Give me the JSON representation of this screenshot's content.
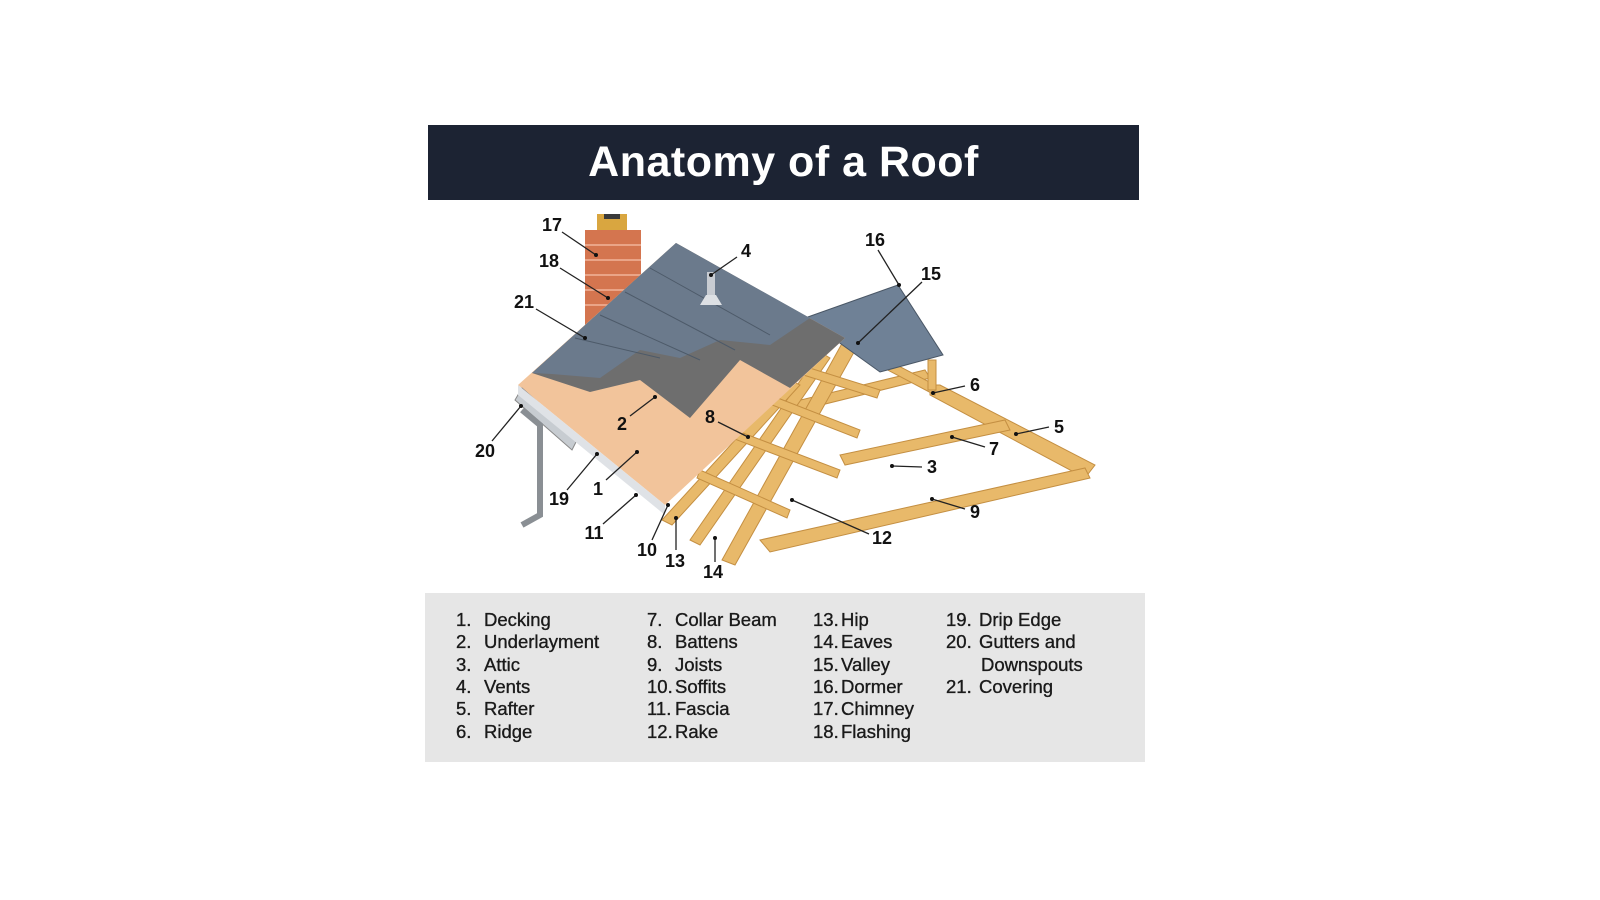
{
  "title": "Anatomy of a Roof",
  "callouts": [
    "1",
    "2",
    "3",
    "4",
    "5",
    "6",
    "7",
    "8",
    "9",
    "10",
    "11",
    "12",
    "13",
    "14",
    "15",
    "16",
    "17",
    "18",
    "19",
    "20",
    "21"
  ],
  "legend": [
    {
      "num": "1.",
      "label": "Decking"
    },
    {
      "num": "2.",
      "label": "Underlayment"
    },
    {
      "num": "3.",
      "label": "Attic"
    },
    {
      "num": "4.",
      "label": "Vents"
    },
    {
      "num": "5.",
      "label": "Rafter"
    },
    {
      "num": "6.",
      "label": "Ridge"
    },
    {
      "num": "7.",
      "label": "Collar Beam"
    },
    {
      "num": "8.",
      "label": "Battens"
    },
    {
      "num": "9.",
      "label": "Joists"
    },
    {
      "num": "10.",
      "label": "Soffits"
    },
    {
      "num": "11.",
      "label": "Fascia"
    },
    {
      "num": "12.",
      "label": "Rake"
    },
    {
      "num": "13.",
      "label": "Hip"
    },
    {
      "num": "14.",
      "label": "Eaves"
    },
    {
      "num": "15.",
      "label": "Valley"
    },
    {
      "num": "16.",
      "label": "Dormer"
    },
    {
      "num": "17.",
      "label": "Chimney"
    },
    {
      "num": "18.",
      "label": "Flashing"
    },
    {
      "num": "19.",
      "label": "Drip Edge"
    },
    {
      "num": "20.",
      "label": "Gutters and"
    },
    {
      "num": "",
      "label": "Downspouts"
    },
    {
      "num": "21.",
      "label": "Covering"
    }
  ],
  "colors": {
    "title_bg": "#1c2333",
    "legend_bg": "#e6e6e6",
    "decking": "#f2c49b",
    "shingle": "#6b7a8c",
    "underlayment": "#6e6e6e",
    "wood": "#e8b96a",
    "brick": "#d4754f"
  }
}
